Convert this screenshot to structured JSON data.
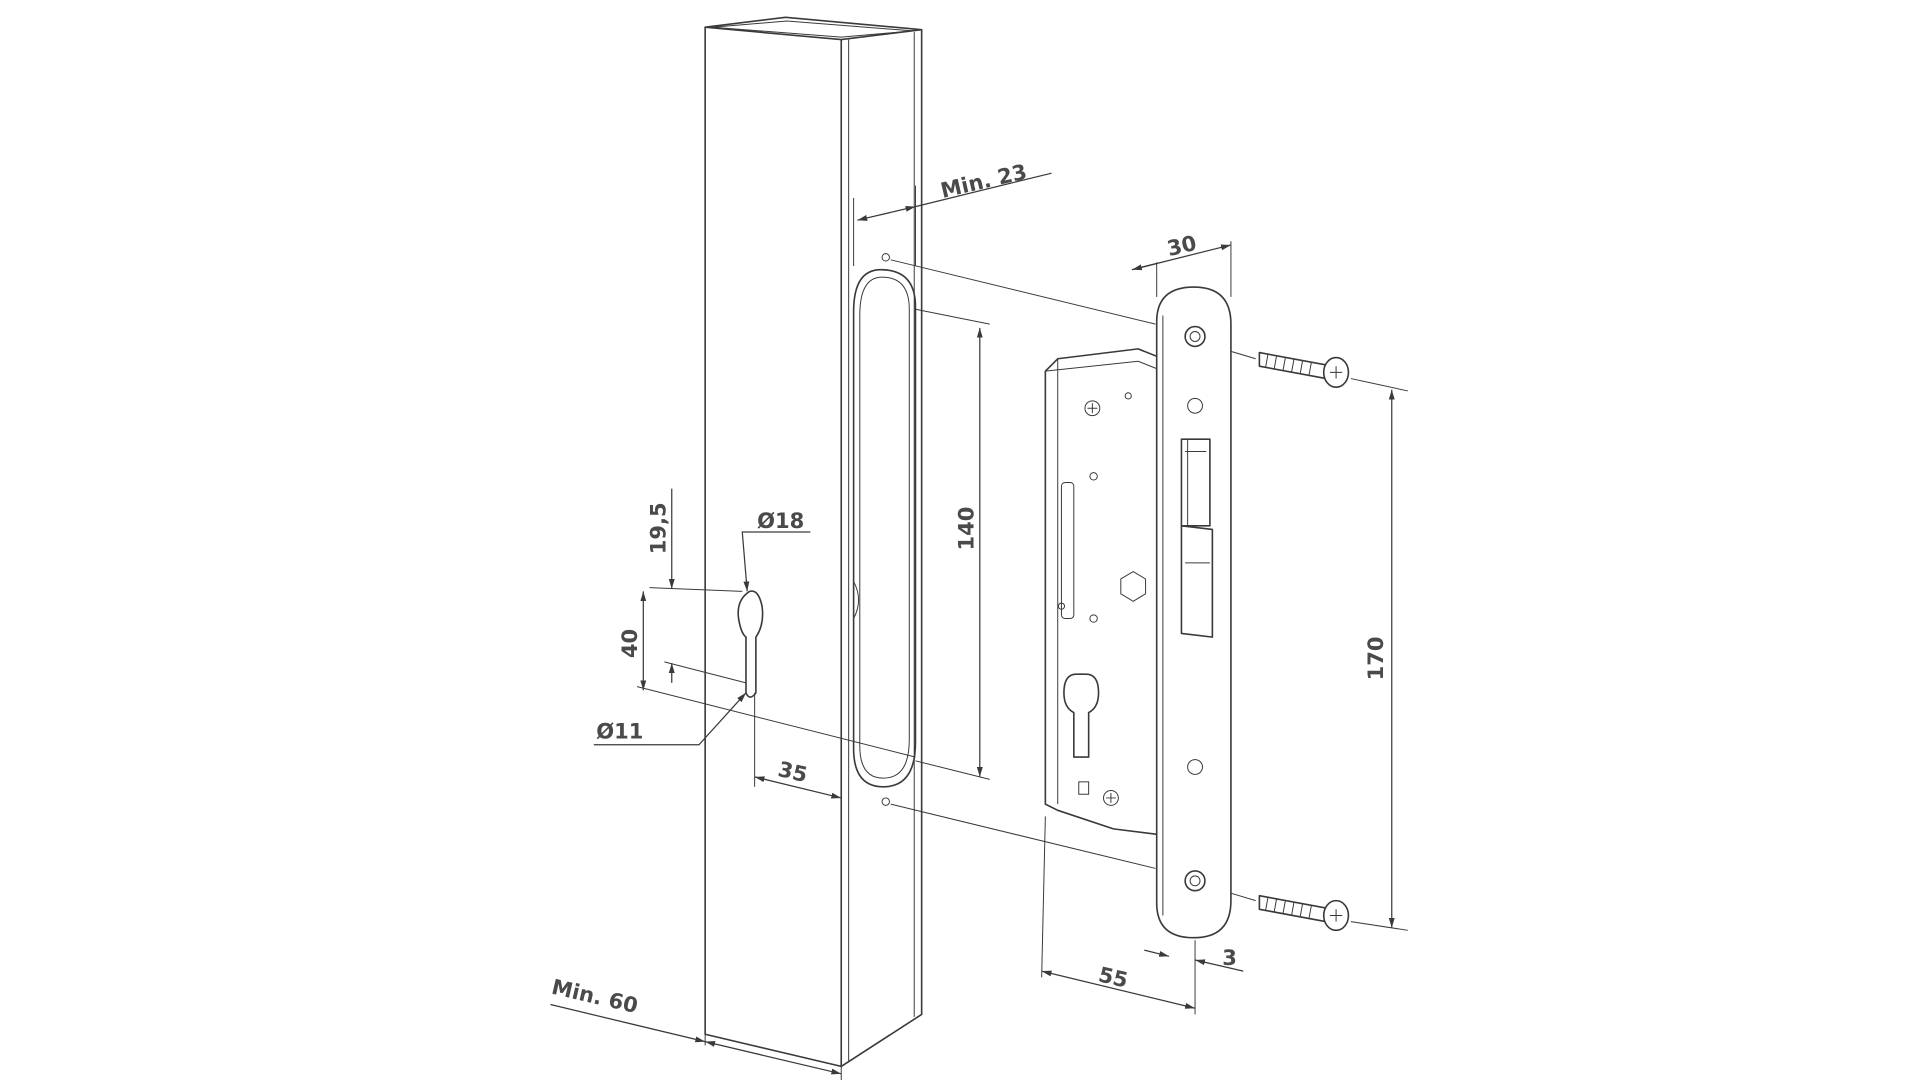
{
  "drawing": {
    "title": "Mortise lock installation dimensions",
    "colors": {
      "line": "#3a3a3a",
      "text": "#4a4a4a",
      "background": "#ffffff"
    },
    "dimensions": {
      "min_23": "Min. 23",
      "d30": "30",
      "d140": "140",
      "d170": "170",
      "d19_5": "19,5",
      "dia18": "Ø18",
      "d40": "40",
      "dia11": "Ø11",
      "d35": "35",
      "d55": "55",
      "d3": "3",
      "min_60": "Min. 60"
    }
  }
}
